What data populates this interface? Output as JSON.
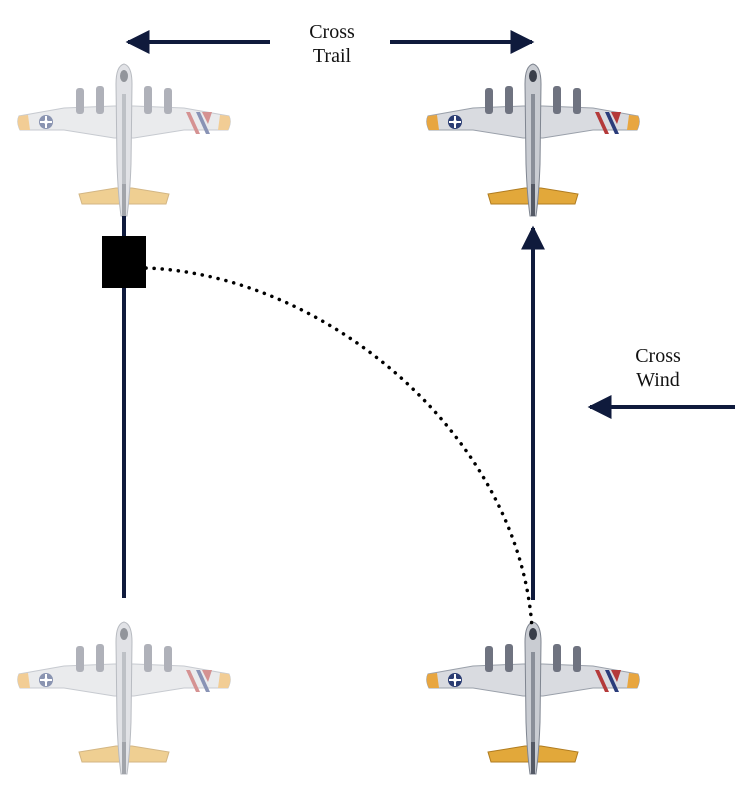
{
  "labels": {
    "cross_trail": {
      "line1": "Cross",
      "line2": "Trail"
    },
    "cross_wind": {
      "line1": "Cross",
      "line2": "Wind"
    }
  },
  "colors": {
    "arrow": "#0f1a3c",
    "bomb": "#000000",
    "trajectory": "#000000",
    "fuselage": "#c9ccd2",
    "wing": "#d9dbe0",
    "tail": "#e2a83a",
    "wing_tip": "#e8a640",
    "engine": "#6f7380",
    "red_stripe": "#b43a3a",
    "blue_stripe": "#2a3c7a",
    "roundel_blue": "#2b3d73",
    "roundel_white": "#ffffff"
  },
  "icons": {
    "aircraft": "b17-bomber-top-view-icon",
    "bomb": "bomb-icon"
  }
}
